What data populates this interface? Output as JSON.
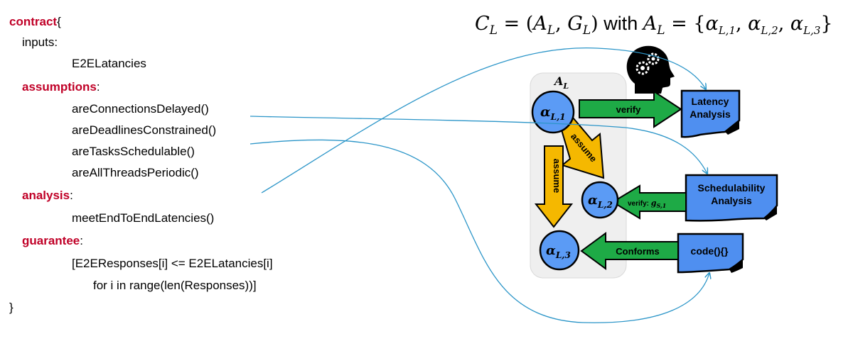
{
  "contract": {
    "keyword": "contract",
    "open_brace": "{",
    "inputs_label": "inputs:",
    "inputs_value": "E2ELatancies",
    "assumptions_keyword": "assumptions",
    "assumptions_colon": ":",
    "assumption_items": [
      "areConnectionsDelayed()",
      "areDeadlinesConstrained()",
      "areTasksSchedulable()",
      "areAllThreadsPeriodic()"
    ],
    "analysis_keyword": "analysis",
    "analysis_colon": ":",
    "analysis_value": "meetEndToEndLatencies()",
    "guarantee_keyword": "guarantee",
    "guarantee_colon": ":",
    "guarantee_line1": "[E2EResponses[i] <= E2ELatancies[i]",
    "guarantee_line2": "for i in range(len(Responses))]",
    "close_brace": "}"
  },
  "formula": {
    "lhs": "C",
    "lhs_sub": "L",
    "eq": " = (",
    "a": "A",
    "a_sub": "L",
    "comma": ", ",
    "g": "G",
    "g_sub": "L",
    "close": ")",
    "with": " with ",
    "a2": "A",
    "a2_sub": "L",
    "eq2": " = {",
    "alpha": "α",
    "sub1": "L,1",
    "sub2": "L,2",
    "sub3": "L,3",
    "sep": ", ",
    "rbrace": "}"
  },
  "diagram": {
    "group_label": "A",
    "group_label_sub": "L",
    "alpha_symbol": "α",
    "node1_sub": "L,1",
    "node2_sub": "L,2",
    "node3_sub": "L,3",
    "verify_label": "verify",
    "assume_label_diag": "assume",
    "assume_label_vert": "assume",
    "verify_g_label": "verify: ",
    "verify_g_math": "g",
    "verify_g_sub": "S,1",
    "conforms_label": "Conforms",
    "doc_latency_line1": "Latency",
    "doc_latency_line2": "Analysis",
    "doc_sched_line1": "Schedulability",
    "doc_sched_line2": "Analysis",
    "doc_code": "code(){}"
  },
  "colors": {
    "keyword": "#C00027",
    "node_fill": "#5B9BF5",
    "doc_fill": "#4F8FF0",
    "green_arrow": "#1EAA46",
    "orange_arrow": "#F5B800",
    "group_bg": "#EFEFEF",
    "link_line": "#2B95C8"
  }
}
